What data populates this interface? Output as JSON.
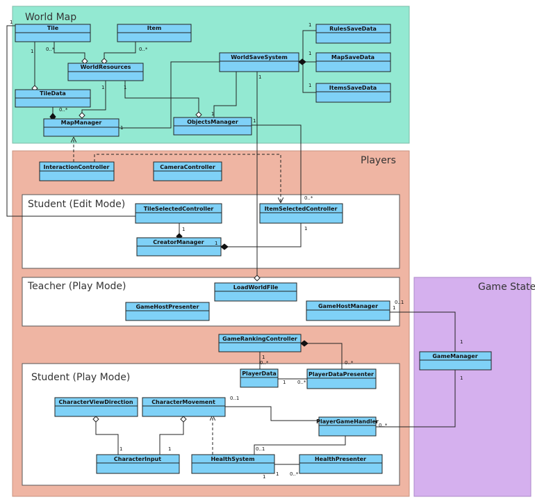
{
  "packages": {
    "world_map": "World Map",
    "players": "Players",
    "game_state": "Game State",
    "student_edit": "Student (Edit Mode)",
    "teacher_play": "Teacher (Play Mode)",
    "student_play": "Student (Play Mode)"
  },
  "classes": {
    "tile": "Tile",
    "item": "Item",
    "world_resources": "WorldResources",
    "tile_data": "TileData",
    "map_manager": "MapManager",
    "objects_manager": "ObjectsManager",
    "world_save_system": "WorldSaveSystem",
    "rules_save_data": "RulesSaveData",
    "map_save_data": "MapSaveData",
    "items_save_data": "ItemsSaveData",
    "interaction_controller": "InteractionController",
    "camera_controller": "CameraController",
    "tile_selected_controller": "TileSelectedController",
    "item_selected_controller": "ItemSelectedController",
    "creator_manager": "CreatorManager",
    "load_world_file": "LoadWorldFile",
    "game_host_presenter": "GameHostPresenter",
    "game_host_manager": "GameHostManager",
    "game_ranking_controller": "GameRankingController",
    "player_data": "PlayerData",
    "player_data_presenter": "PlayerDataPresenter",
    "character_view_direction": "CharacterViewDirection",
    "character_movement": "CharacterMovement",
    "player_game_handler": "PlayerGameHandler",
    "character_input": "CharacterInput",
    "health_system": "HealthSystem",
    "health_presenter": "HealthPresenter",
    "game_manager": "GameManager"
  },
  "multiplicities": {
    "m1": "1",
    "m2": "1",
    "m3": "0..*",
    "m4": "0..*",
    "m5": "1",
    "m6": "1",
    "m7": "0..*",
    "m8": "1",
    "m9": "1",
    "m10": "1",
    "m11": "1",
    "m12": "1",
    "m13": "1",
    "m14": "1",
    "m15": "1",
    "m16": "0..*",
    "m17": "1",
    "m18": "1",
    "m19": "0..1",
    "m20": "1",
    "m21": "1",
    "m22": "0..*",
    "m23": "1",
    "m24": "0..*",
    "m25": "1",
    "m26": "0..*",
    "m27": "0..1",
    "m28": "0..*",
    "m29": "1",
    "m30": "1",
    "m31": "0..1",
    "m32": "1",
    "m33": "0..*",
    "m34": "1",
    "m35": "1"
  },
  "colors": {
    "world_map_bg": "#93e9d2",
    "players_bg": "#efb5a3",
    "game_state_bg": "#d5b0ee",
    "class_fill": "#7fd1f7"
  }
}
